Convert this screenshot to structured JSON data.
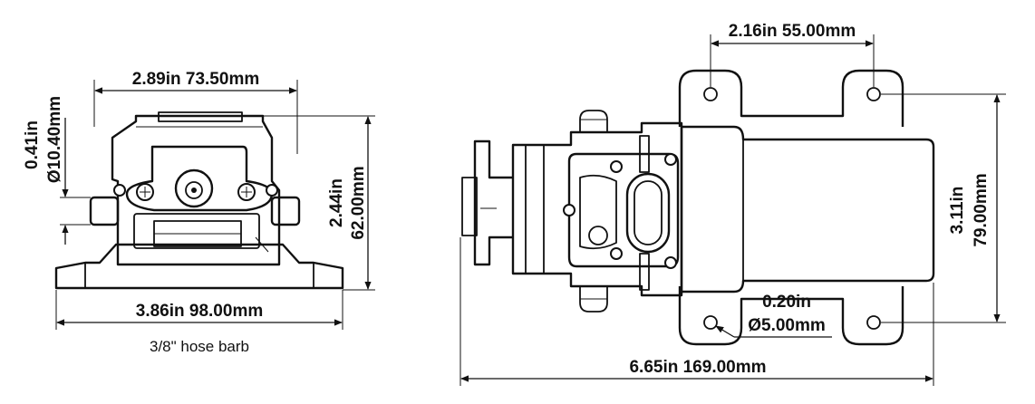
{
  "dimensions": {
    "front_width": "2.89in  73.50mm",
    "front_inlet_in": "0.41in",
    "front_inlet_mm": "Ø10.40mm",
    "front_height_in": "2.44in",
    "front_height_mm": "62.00mm",
    "front_base_width": "3.86in 98.00mm",
    "hose_barb": "3/8\" hose barb",
    "side_mount_spacing": "2.16in  55.00mm",
    "side_height_in": "3.11in",
    "side_height_mm": "79.00mm",
    "side_hole_in": "0.20in",
    "side_hole_mm": "Ø5.00mm",
    "side_length": "6.65in  169.00mm"
  }
}
